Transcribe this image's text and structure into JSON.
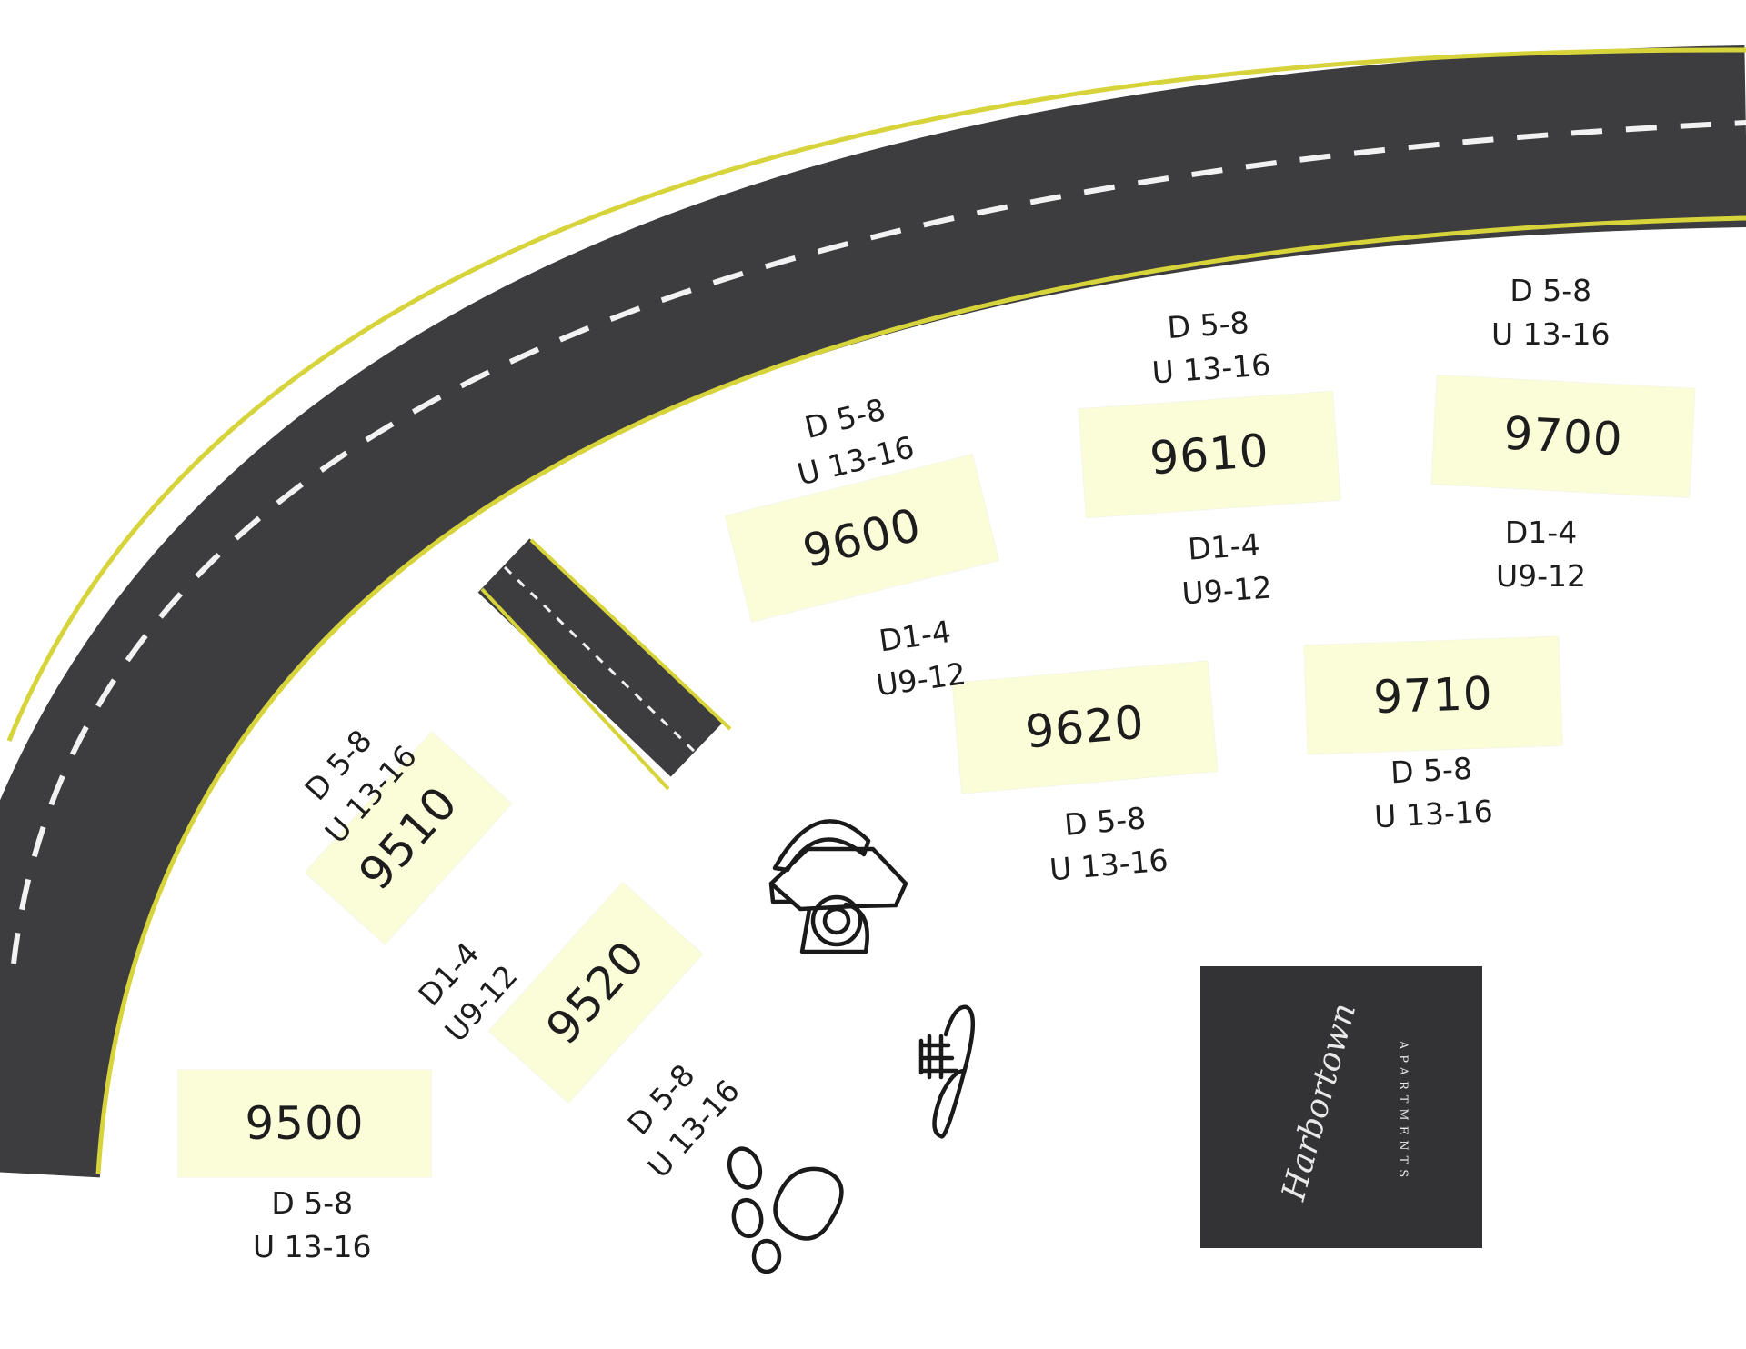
{
  "colors": {
    "road": "#3d3c3e",
    "road_edge_line": "#d6d43a",
    "center_dash": "#f2f2f2",
    "building_fill": "#fbfdd9",
    "logo_background": "#333234",
    "logo_lines": "#e8e8e8"
  },
  "buildings": [
    {
      "id": "9500",
      "number": "9500",
      "upper_label": "",
      "upper_label_2": "",
      "lower_label": "D 5-8",
      "lower_label_2": "U 13-16"
    },
    {
      "id": "9510",
      "number": "9510",
      "upper_label": "D 5-8",
      "upper_label_2": "U 13-16",
      "lower_label": "D1-4",
      "lower_label_2": "U9-12"
    },
    {
      "id": "9520",
      "number": "9520",
      "upper_label": "",
      "upper_label_2": "",
      "lower_label": "D 5-8",
      "lower_label_2": "U 13-16"
    },
    {
      "id": "9600",
      "number": "9600",
      "upper_label": "D 5-8",
      "upper_label_2": "U 13-16",
      "lower_label": "D1-4",
      "lower_label_2": "U9-12"
    },
    {
      "id": "9610",
      "number": "9610",
      "upper_label": "D 5-8",
      "upper_label_2": "U 13-16",
      "lower_label": "D1-4",
      "lower_label_2": "U9-12"
    },
    {
      "id": "9620",
      "number": "9620",
      "upper_label": "",
      "upper_label_2": "",
      "lower_label": "D 5-8",
      "lower_label_2": "U 13-16"
    },
    {
      "id": "9700",
      "number": "9700",
      "upper_label": "D 5-8",
      "upper_label_2": "U 13-16",
      "lower_label": "D1-4",
      "lower_label_2": "U9-12"
    },
    {
      "id": "9710",
      "number": "9710",
      "upper_label": "",
      "upper_label_2": "",
      "lower_label": "D 5-8",
      "lower_label_2": "U 13-16"
    }
  ],
  "amenity_icons": [
    "telephone-icon",
    "pool-ladder-icon",
    "paw-print-icon"
  ],
  "logo": {
    "script_text": "Harbortown",
    "sub_text": "APARTMENTS"
  }
}
